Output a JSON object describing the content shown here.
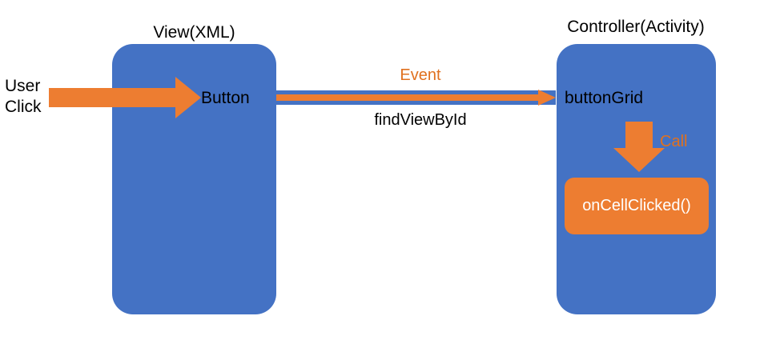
{
  "diagram": {
    "title_view": "View(XML)",
    "title_controller": "Controller(Activity)",
    "colors": {
      "blue": "#4472C4",
      "orange": "#ED7D31",
      "orange_text": "#E0711F",
      "background": "#FFFFFF",
      "white_text": "#FFFFFF",
      "black_text": "#000000"
    },
    "view": {
      "caption": "View(XML)",
      "member": "Button"
    },
    "controller": {
      "caption": "Controller(Activity)",
      "member": "buttonGrid",
      "method": "onCellClicked()"
    },
    "arrows": {
      "user_click": "User\nClick",
      "user_click_line1": "User",
      "user_click_line2": "Click",
      "event": "Event",
      "find_view_by_id": "findViewById",
      "call": "Call"
    }
  }
}
